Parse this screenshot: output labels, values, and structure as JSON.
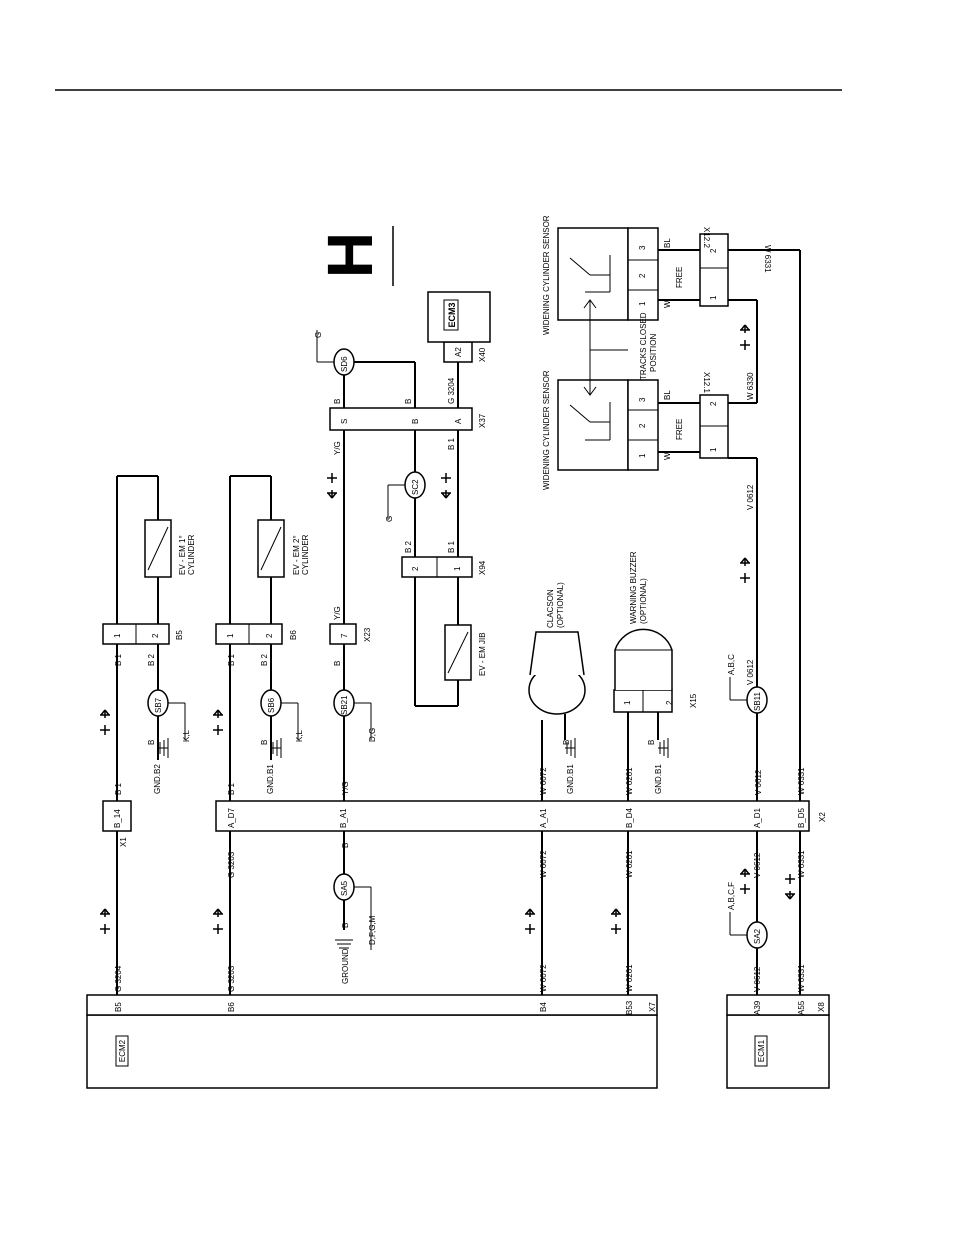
{
  "sheet": {
    "section_letter": "H"
  },
  "connectors": {
    "ecm2": {
      "label": "ECM2",
      "connector": "X7",
      "pins": [
        "B5",
        "B6",
        "B4",
        "B53"
      ]
    },
    "ecm1": {
      "label": "ECM1",
      "connector": "X8",
      "pins": [
        "A39",
        "A55"
      ]
    },
    "ecm3": {
      "label": "ECM3",
      "connector": "X40",
      "pin": "A2"
    },
    "x1": {
      "label": "X1",
      "pin": "B_14"
    },
    "x2": {
      "label": "X2",
      "pins": [
        "A_D7",
        "B_A1",
        "A_A1",
        "B_D4",
        "A_D1",
        "B_D5"
      ]
    },
    "b5": {
      "label": "B5",
      "pins": [
        "1",
        "2"
      ]
    },
    "b6": {
      "label": "B6",
      "pins": [
        "1",
        "2"
      ]
    },
    "x23": {
      "label": "X23",
      "pin": "7"
    },
    "x94": {
      "label": "X94",
      "pins": [
        "2",
        "1"
      ]
    },
    "x37": {
      "label": "X37",
      "pins": [
        "S",
        "B",
        "A"
      ]
    },
    "x15": {
      "label": "X15",
      "pins": [
        "1",
        "2"
      ]
    },
    "x12_1": {
      "label": "X12.1",
      "pins": [
        "1",
        "2"
      ]
    },
    "x12_2": {
      "label": "X12.2",
      "pins": [
        "1",
        "2"
      ]
    }
  },
  "wires": {
    "g3204": "G 3204",
    "g3203": "G 3203",
    "w6072": "W 6072",
    "w6261": "W 6261",
    "v0612": "V 0612",
    "w6331": "W 6331",
    "w6330": "W 6330",
    "b": "B",
    "b1": "B 1",
    "b2": "B 2",
    "yg": "Y/G",
    "g": "G",
    "bl": "BL",
    "w": "W"
  },
  "splices": [
    "SA5",
    "SA2",
    "SB7",
    "SB6",
    "SB21",
    "SB11",
    "SC2",
    "SD6"
  ],
  "splice_refs": {
    "sa5": "D,F,G,M",
    "sa2": "A,B,C,F",
    "sb7": "K,L",
    "sb6": "K,L",
    "sb21": "D,G",
    "sb11": "A,B,C",
    "sc2": "G",
    "sd6": "G"
  },
  "grounds": {
    "ground": "GROUND",
    "gnd_b2": "GND.B2",
    "gnd_b1": "GND.B1"
  },
  "components": {
    "ev_em1": [
      "EV - EM 1°",
      "CYLINDER"
    ],
    "ev_em2": [
      "EV - EM 2°",
      "CYLINDER"
    ],
    "ev_jib": "EV - EM JIB",
    "clacson": [
      "CLACSON",
      "(OPTIONAL)"
    ],
    "buzzer": [
      "WARNING BUZZER",
      "(OPTIONAL)"
    ],
    "sensor1": "WIDENING CYLINDER SENSOR",
    "sensor2": "WIDENING CYLINDER SENSOR",
    "tracks": [
      "TRACKS CLOSED",
      "POSITION"
    ],
    "free": "FREE",
    "sensor_pins": [
      "1",
      "2",
      "3"
    ]
  }
}
